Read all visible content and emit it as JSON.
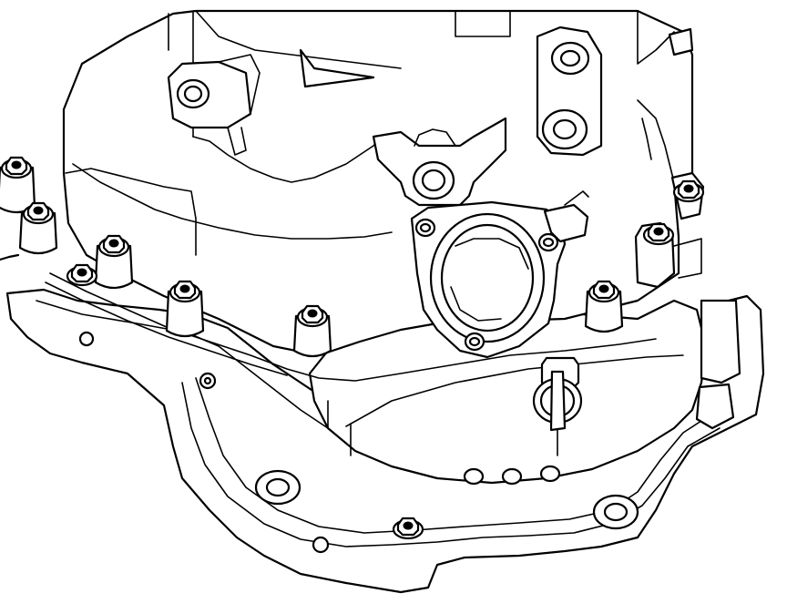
{
  "drawing": {
    "type": "line-art illustration",
    "subject": "transaxle-case-with-bell-housing-and-bolts",
    "colors": {
      "line": "#000000",
      "background": "#ffffff"
    },
    "bolts": [
      {
        "id": "bolt-1"
      },
      {
        "id": "bolt-2"
      },
      {
        "id": "bolt-3"
      },
      {
        "id": "bolt-4"
      },
      {
        "id": "bolt-5"
      },
      {
        "id": "bolt-6"
      },
      {
        "id": "bolt-7"
      },
      {
        "id": "bolt-8"
      },
      {
        "id": "bolt-9"
      },
      {
        "id": "bolt-10"
      }
    ]
  }
}
